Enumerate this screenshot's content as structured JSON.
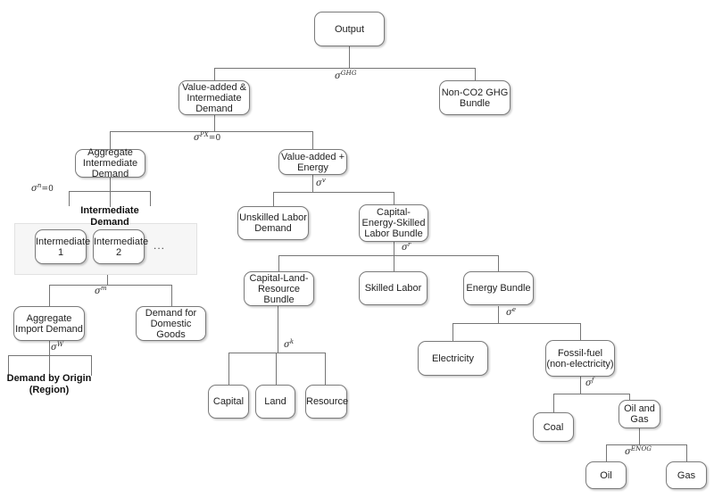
{
  "nodes": {
    "output": {
      "label": "Output"
    },
    "va_id": {
      "label": "Value-added & Intermediate Demand"
    },
    "nonco2": {
      "label": "Non-CO2 GHG Bundle"
    },
    "agg_int": {
      "label": "Aggregate Intermediate Demand"
    },
    "va_e": {
      "label": "Value-added + Energy"
    },
    "int1": {
      "label": "Intermediate 1"
    },
    "int2": {
      "label": "Intermediate 2"
    },
    "agg_imp": {
      "label": "Aggregate Import Demand"
    },
    "dom_goods": {
      "label": "Demand for Domestic Goods"
    },
    "unskilled": {
      "label": "Unskilled Labor Demand"
    },
    "ceslb": {
      "label": "Capital-Energy-Skilled Labor Bundle"
    },
    "clrb": {
      "label": "Capital-Land-Resource Bundle"
    },
    "skilled": {
      "label": "Skilled Labor"
    },
    "energy": {
      "label": "Energy Bundle"
    },
    "electricity": {
      "label": "Electricity"
    },
    "fossil": {
      "label": "Fossil-fuel (non-electricity)"
    },
    "coal": {
      "label": "Coal"
    },
    "oilgas": {
      "label": "Oil and Gas"
    },
    "oil": {
      "label": "Oil"
    },
    "gas": {
      "label": "Gas"
    },
    "capital": {
      "label": "Capital"
    },
    "land": {
      "label": "Land"
    },
    "resource": {
      "label": "Resource"
    }
  },
  "sigmas": {
    "ghg": {
      "base": "σ",
      "sup": "GHG",
      "suffix": ""
    },
    "px": {
      "base": "σ",
      "sup": "PX",
      "suffix": "=0"
    },
    "n": {
      "base": "σ",
      "sup": "n",
      "suffix": "=0"
    },
    "v": {
      "base": "σ",
      "sup": "v",
      "suffix": ""
    },
    "m": {
      "base": "σ",
      "sup": "m",
      "suffix": ""
    },
    "w": {
      "base": "σ",
      "sup": "W",
      "suffix": ""
    },
    "r": {
      "base": "σ",
      "sup": "r",
      "suffix": ""
    },
    "k": {
      "base": "σ",
      "sup": "k",
      "suffix": ""
    },
    "e": {
      "base": "σ",
      "sup": "e",
      "suffix": ""
    },
    "f": {
      "base": "σ",
      "sup": "f",
      "suffix": ""
    },
    "enog": {
      "base": "σ",
      "sup": "ENOG",
      "suffix": ""
    }
  },
  "headings": {
    "intermediate_demand": "Intermediate Demand",
    "demand_by_origin": "Demand by Origin (Region)"
  },
  "ellipsis": "..."
}
